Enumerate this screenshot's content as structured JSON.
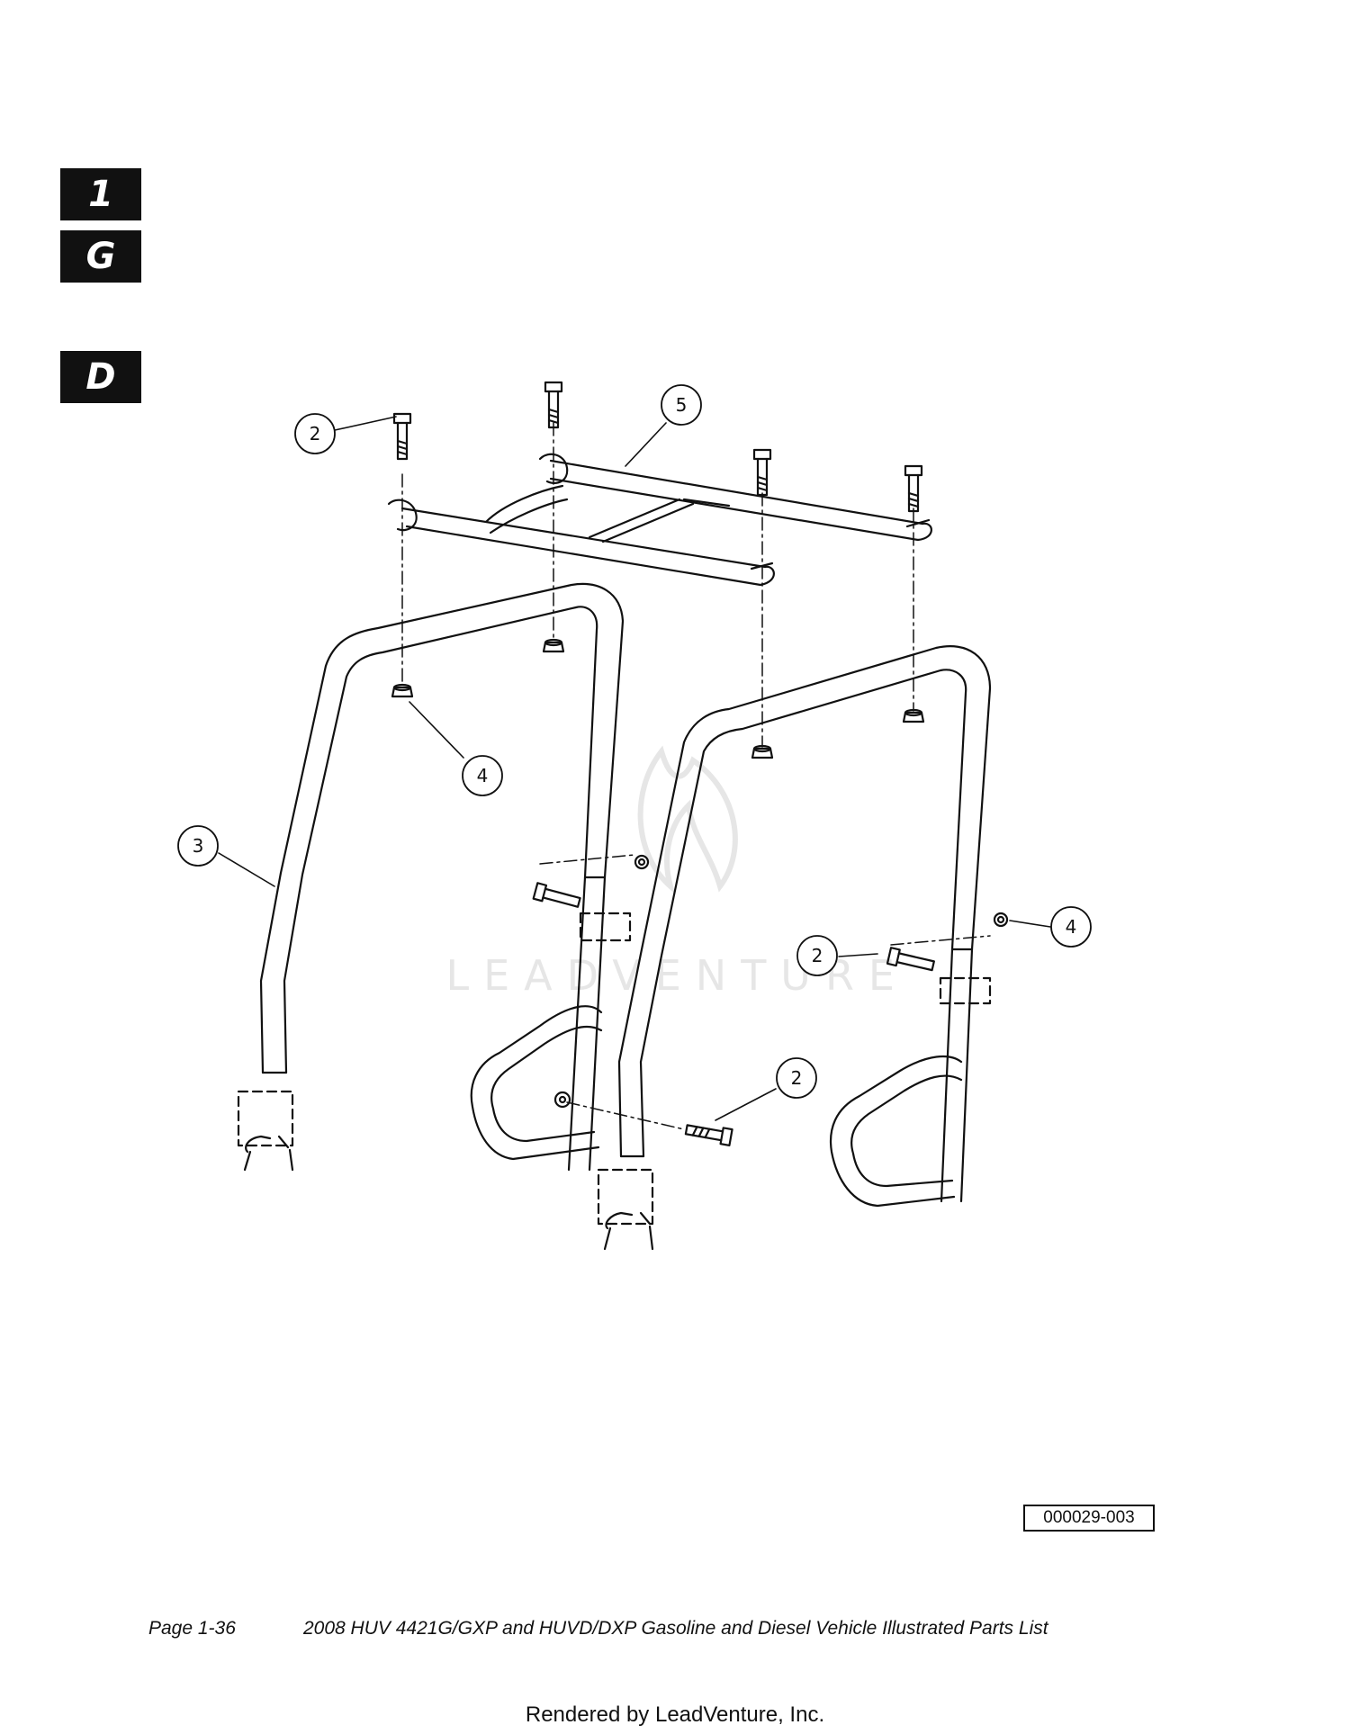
{
  "tabs": [
    "1",
    "G",
    "D"
  ],
  "callouts": [
    {
      "number": "2"
    },
    {
      "number": "5"
    },
    {
      "number": "4"
    },
    {
      "number": "3"
    },
    {
      "number": "4"
    },
    {
      "number": "2"
    },
    {
      "number": "2"
    }
  ],
  "figure_id": "000029-003",
  "watermark": "LEADVENTURE",
  "footer": {
    "page": "Page 1-36",
    "title": "2008 HUV 4421G/GXP and HUVD/DXP Gasoline and Diesel Vehicle Illustrated Parts List"
  },
  "rendered_by": "Rendered by LeadVenture, Inc."
}
